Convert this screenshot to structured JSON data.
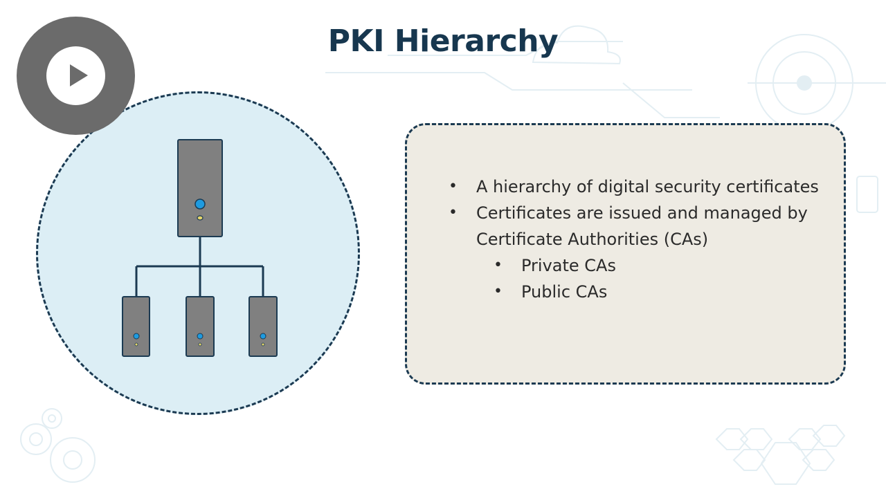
{
  "slide": {
    "title": "PKI Hierarchy",
    "bullets": [
      "A hierarchy of digital security certificates",
      "Certificates are issued and managed by Certificate Authorities (CAs)"
    ],
    "sub_bullets": [
      "Private CAs",
      "Public CAs"
    ]
  },
  "colors": {
    "title": "#17374f",
    "circle_fill": "#dceef5",
    "box_fill": "#eeebe3",
    "dash_border": "#1b3a52",
    "server_body": "#808080",
    "server_led_blue": "#1e9be0",
    "server_led_yellow": "#e8d66a",
    "play_button": "#6b6b6b"
  },
  "icons": {
    "play": "play-icon",
    "root_server": "server-icon",
    "child_servers": "server-icon",
    "background": [
      "cloud-icon",
      "gear-icon",
      "hexagon-pattern",
      "circuit-lines"
    ]
  }
}
